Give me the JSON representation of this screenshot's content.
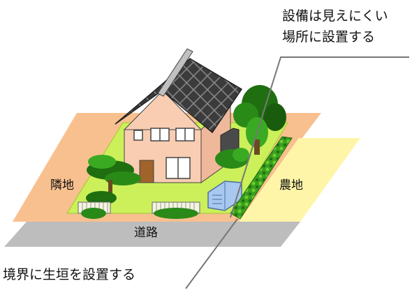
{
  "annotations": {
    "top_callout": {
      "line1": "設備は見えにくい",
      "line2": "場所に設置する"
    },
    "bottom_callout": "境界に生垣を設置する"
  },
  "areas": {
    "neighbor_land": "隣地",
    "farmland": "農地",
    "road": "道路"
  },
  "colors": {
    "neighbor_land": "#f9c08f",
    "farmland": "#fff5a8",
    "road": "#bdbdbd",
    "lawn": "#ccf05a",
    "house_wall": "#f9cdb2",
    "roof": "#3b3b3b",
    "door": "#a0642a",
    "hedge": "#3a9e1f",
    "equipment": "#a8c8f0"
  },
  "icons": [
    "house-icon",
    "tree-icon",
    "shrub-icon",
    "fence-icon",
    "equipment-unit-icon",
    "hedge-icon",
    "air-conditioner-icon"
  ]
}
